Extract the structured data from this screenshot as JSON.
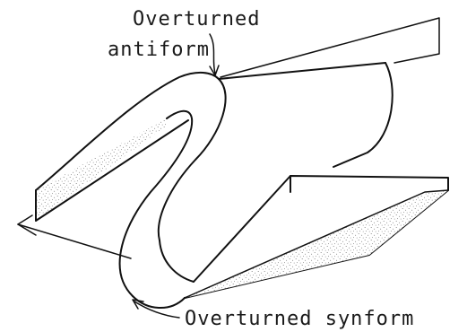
{
  "labels": {
    "antiform_line1": "Overturned",
    "antiform_line2": "antiform",
    "synform": "Overturned synform"
  },
  "colors": {
    "ink": "#111111",
    "stipple": "#8a8a8a",
    "background": "#ffffff"
  }
}
